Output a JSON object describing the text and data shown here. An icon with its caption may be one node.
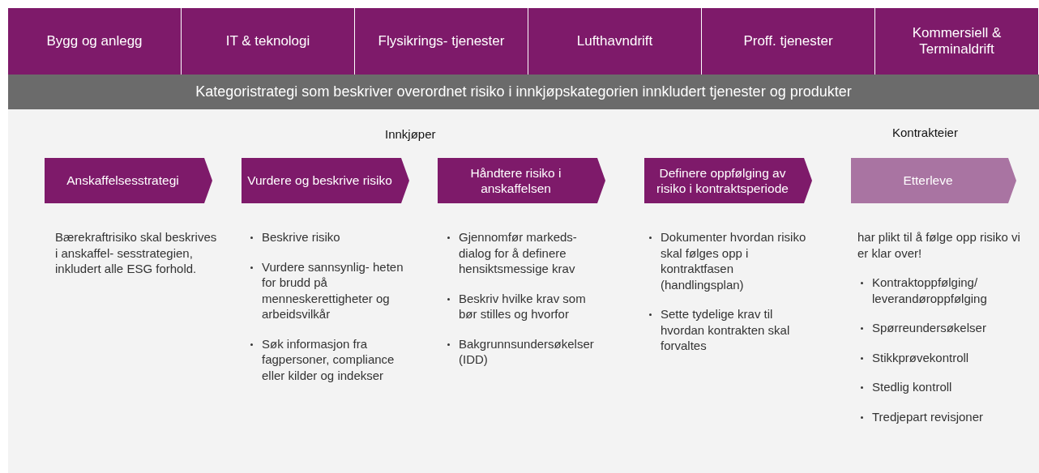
{
  "diagram": {
    "nodes": [
      {
        "text": [
          "Bygg og anlegg"
        ]
      },
      {
        "text": [
          "IT & teknologi"
        ]
      },
      {
        "text": [
          "Flysikrings- tjenester"
        ]
      },
      {
        "text": [
          "Lufthavndrift"
        ]
      },
      {
        "text": [
          "Proff. tjenester"
        ]
      },
      {
        "text": [
          "Kommersiell & Terminaldrift"
        ]
      },
      {
        "text": [
          "Kategoristrategi som beskriver overordnet risiko i innkjøpskategorien innkludert tjenester og produkter"
        ]
      },
      {
        "text": [
          "Anskaffelsesstrategi"
        ],
        "beside": [
          "Bærekraftrisiko skal beskrives i anskaffel- sesstrategien, inkludert alle ESG forhold."
        ]
      },
      {
        "text": [
          "Vurdere og beskrive risiko"
        ],
        "beside": [
          "Beskrive risiko",
          "Vurdere sannsynlig- heten for brudd på menneskerettigheter og arbeidsvilkår",
          "Søk informasjon fra fagpersoner, compliance eller kilder og indekser"
        ]
      },
      {
        "text": [
          "Håndtere risiko i anskaffelsen"
        ],
        "beside": [
          "Gjennomfør markeds- dialog for å definere hensiktsmessige krav",
          "Beskriv hvilke krav som bør stilles og hvorfor",
          "Bakgrunnsundersøkelser (IDD)"
        ]
      },
      {
        "text": [
          "Definere oppfølging av risiko i kontraktsperiode"
        ],
        "beside": [
          "Dokumenter hvordan risiko skal følges opp i kontraktfasen (handlingsplan)",
          "Sette tydelige krav til hvordan kontrakten skal forvaltes"
        ]
      },
      {
        "text": [
          "Etterleve"
        ],
        "beside": [
          "har plikt til å følge opp risiko vi er klar over!",
          "Kontraktoppfølging/ leverandøroppfølging",
          "Spørreundersøkelser",
          "Stikkprøvekontroll",
          "Stedlig kontroll",
          "Tredjepart revisjoner"
        ]
      }
    ],
    "labels": [
      "Innkjøper",
      "Kontrakteier"
    ]
  }
}
